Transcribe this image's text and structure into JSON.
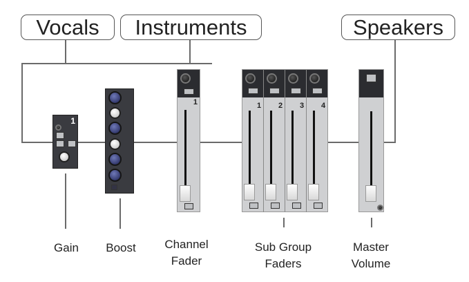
{
  "top_labels": {
    "vocals": "Vocals",
    "instruments": "Instruments",
    "speakers": "Speakers"
  },
  "bottom_labels": {
    "gain": "Gain",
    "boost": "Boost",
    "channel_fader": [
      "Channel",
      "Fader"
    ],
    "sub_group_faders": [
      "Sub Group",
      "Faders"
    ],
    "master_volume": [
      "Master",
      "Volume"
    ]
  },
  "modules": {
    "channel_number": "1",
    "subgroup_numbers": [
      "1",
      "2",
      "3",
      "4"
    ]
  }
}
